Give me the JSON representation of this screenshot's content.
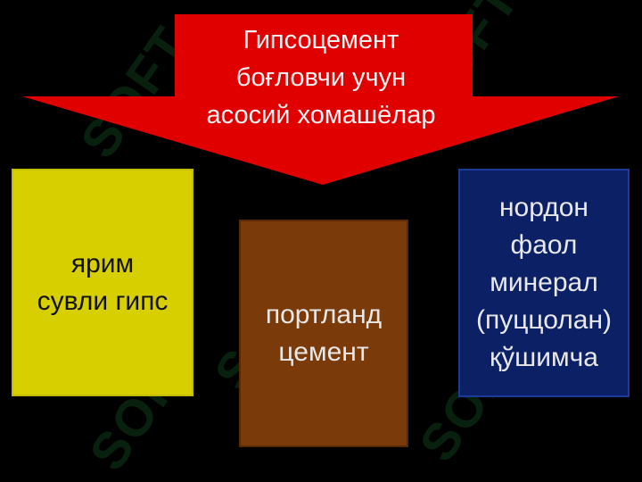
{
  "diagram": {
    "arrow": {
      "lines": [
        "Гипсоцемент",
        "боғловчи учун",
        "асосий хомашёлар"
      ],
      "color": "#e00000"
    },
    "boxes": [
      {
        "lines": [
          "ярим",
          "сувли гипс"
        ],
        "color": "#d8cf00"
      },
      {
        "lines": [
          "портланд",
          "цемент"
        ],
        "color": "#7a3a0a"
      },
      {
        "lines": [
          "нордон",
          "фаол",
          "минерал",
          "(пуццолан)",
          "қўшимча"
        ],
        "color": "#0c2066"
      }
    ]
  },
  "watermark": {
    "text": "SOFT"
  }
}
